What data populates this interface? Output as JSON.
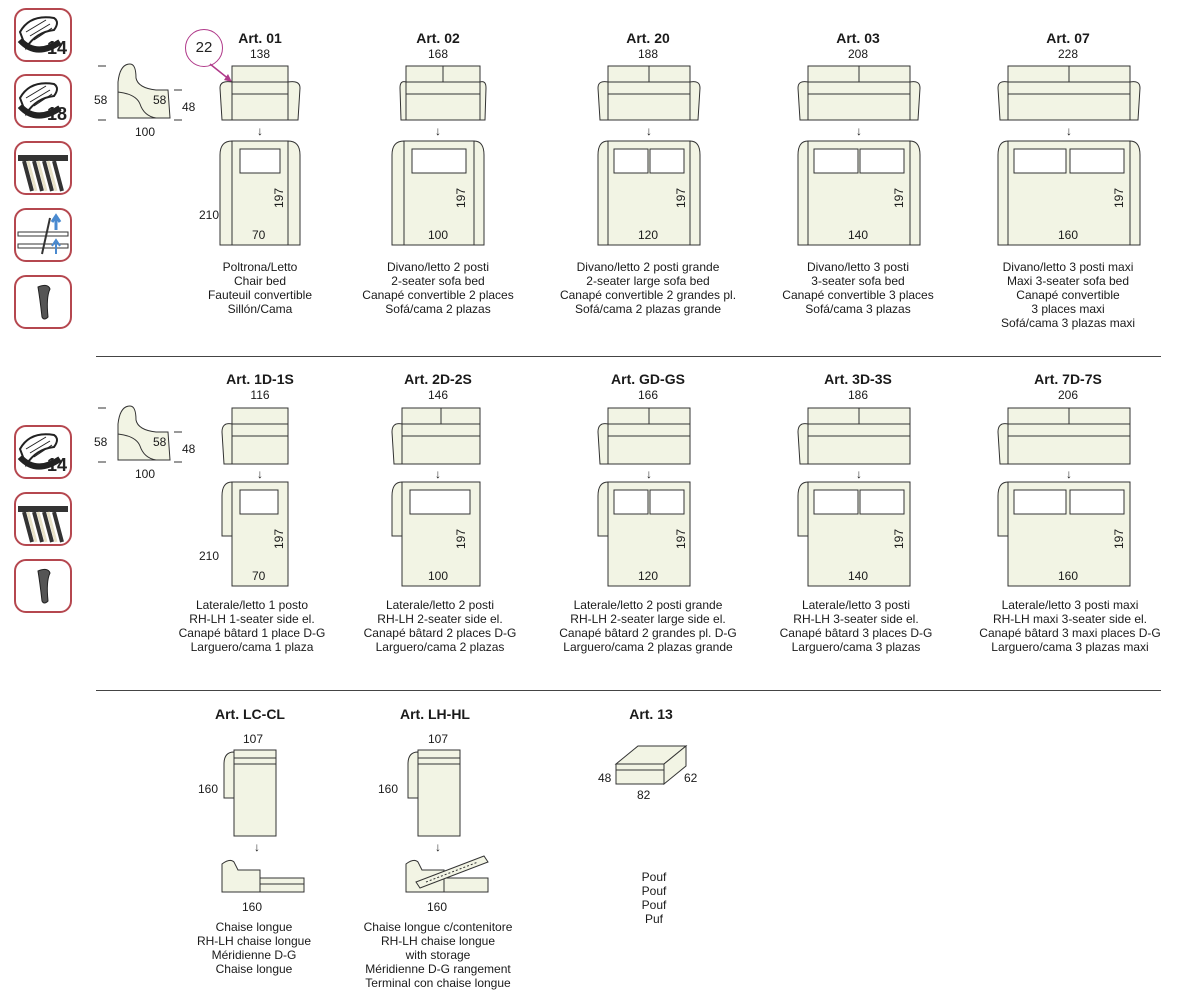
{
  "colors": {
    "accent": "#b5474f",
    "badge": "#b03a8a",
    "upholstery": "#f2f4e4",
    "line": "#333333"
  },
  "sidebar": {
    "section1": [
      {
        "icon": "foam-14-icon",
        "label": "14"
      },
      {
        "icon": "foam-18-icon",
        "label": "18"
      },
      {
        "icon": "slats-icon",
        "label": ""
      },
      {
        "icon": "reclining-mechanism-icon",
        "label": ""
      },
      {
        "icon": "foot-icon",
        "label": ""
      }
    ],
    "section2": [
      {
        "icon": "foam-14-icon",
        "label": "14"
      },
      {
        "icon": "slats-icon",
        "label": ""
      },
      {
        "icon": "foot-icon",
        "label": ""
      }
    ]
  },
  "profile": {
    "row1": {
      "height_total": "58",
      "seat_height": "58",
      "arm_height": "48",
      "depth": "100"
    },
    "row2": {
      "height_total": "58",
      "seat_height": "58",
      "arm_height": "48",
      "depth": "100"
    }
  },
  "badge": "22",
  "row1": {
    "bed_length": "210",
    "items": [
      {
        "title": "Art. 01",
        "width": "138",
        "mattress_length": "197",
        "mattress_width": "70",
        "desc": [
          "Poltrona/Letto",
          "Chair bed",
          "Fauteuil convertible",
          "Sillón/Cama"
        ]
      },
      {
        "title": "Art. 02",
        "width": "168",
        "mattress_length": "197",
        "mattress_width": "100",
        "desc": [
          "Divano/letto 2 posti",
          "2-seater sofa bed",
          "Canapé convertible 2 places",
          "Sofá/cama 2 plazas"
        ]
      },
      {
        "title": "Art. 20",
        "width": "188",
        "mattress_length": "197",
        "mattress_width": "120",
        "desc": [
          "Divano/letto 2 posti grande",
          "2-seater large sofa bed",
          "Canapé convertible 2 grandes pl.",
          "Sofá/cama 2 plazas grande"
        ]
      },
      {
        "title": "Art. 03",
        "width": "208",
        "mattress_length": "197",
        "mattress_width": "140",
        "desc": [
          "Divano/letto 3 posti",
          "3-seater sofa bed",
          "Canapé convertible 3 places",
          "Sofá/cama 3 plazas"
        ]
      },
      {
        "title": "Art. 07",
        "width": "228",
        "mattress_length": "197",
        "mattress_width": "160",
        "desc": [
          "Divano/letto 3 posti maxi",
          "Maxi 3-seater sofa bed",
          "Canapé convertible",
          "3 places maxi",
          "Sofá/cama 3 plazas maxi"
        ]
      }
    ]
  },
  "row2": {
    "bed_length": "210",
    "items": [
      {
        "title": "Art. 1D-1S",
        "width": "116",
        "mattress_length": "197",
        "mattress_width": "70",
        "desc": [
          "Laterale/letto 1 posto",
          "RH-LH 1-seater side el.",
          "Canapé bâtard 1 place D-G",
          "Larguero/cama 1 plaza"
        ]
      },
      {
        "title": "Art. 2D-2S",
        "width": "146",
        "mattress_length": "197",
        "mattress_width": "100",
        "desc": [
          "Laterale/letto 2 posti",
          "RH-LH 2-seater side el.",
          "Canapé bâtard 2 places D-G",
          "Larguero/cama 2 plazas"
        ]
      },
      {
        "title": "Art. GD-GS",
        "width": "166",
        "mattress_length": "197",
        "mattress_width": "120",
        "desc": [
          "Laterale/letto 2 posti grande",
          "RH-LH 2-seater large side el.",
          "Canapé bâtard 2 grandes pl. D-G",
          "Larguero/cama 2 plazas grande"
        ]
      },
      {
        "title": "Art. 3D-3S",
        "width": "186",
        "mattress_length": "197",
        "mattress_width": "140",
        "desc": [
          "Laterale/letto 3 posti",
          "RH-LH 3-seater side el.",
          "Canapé bâtard 3 places D-G",
          "Larguero/cama 3 plazas"
        ]
      },
      {
        "title": "Art. 7D-7S",
        "width": "206",
        "mattress_length": "197",
        "mattress_width": "160",
        "desc": [
          "Laterale/letto 3 posti maxi",
          "RH-LH maxi 3-seater side el.",
          "Canapé bâtard 3 maxi places D-G",
          "Larguero/cama 3 plazas maxi"
        ]
      }
    ]
  },
  "row3": {
    "items": [
      {
        "title": "Art. LC-CL",
        "width": "107",
        "length": "160",
        "open_length": "160",
        "desc": [
          "Chaise longue",
          "RH-LH chaise longue",
          "Méridienne D-G",
          "Chaise longue"
        ]
      },
      {
        "title": "Art. LH-HL",
        "width": "107",
        "length": "160",
        "open_length": "160",
        "desc": [
          "Chaise longue c/contenitore",
          "RH-LH chaise longue",
          "with storage",
          "Méridienne D-G rangement",
          "Terminal con chaise longue"
        ]
      },
      {
        "title": "Art. 13",
        "height": "48",
        "depth": "62",
        "width": "82",
        "desc": [
          "Pouf",
          "Pouf",
          "Pouf",
          "Puf"
        ]
      }
    ]
  }
}
